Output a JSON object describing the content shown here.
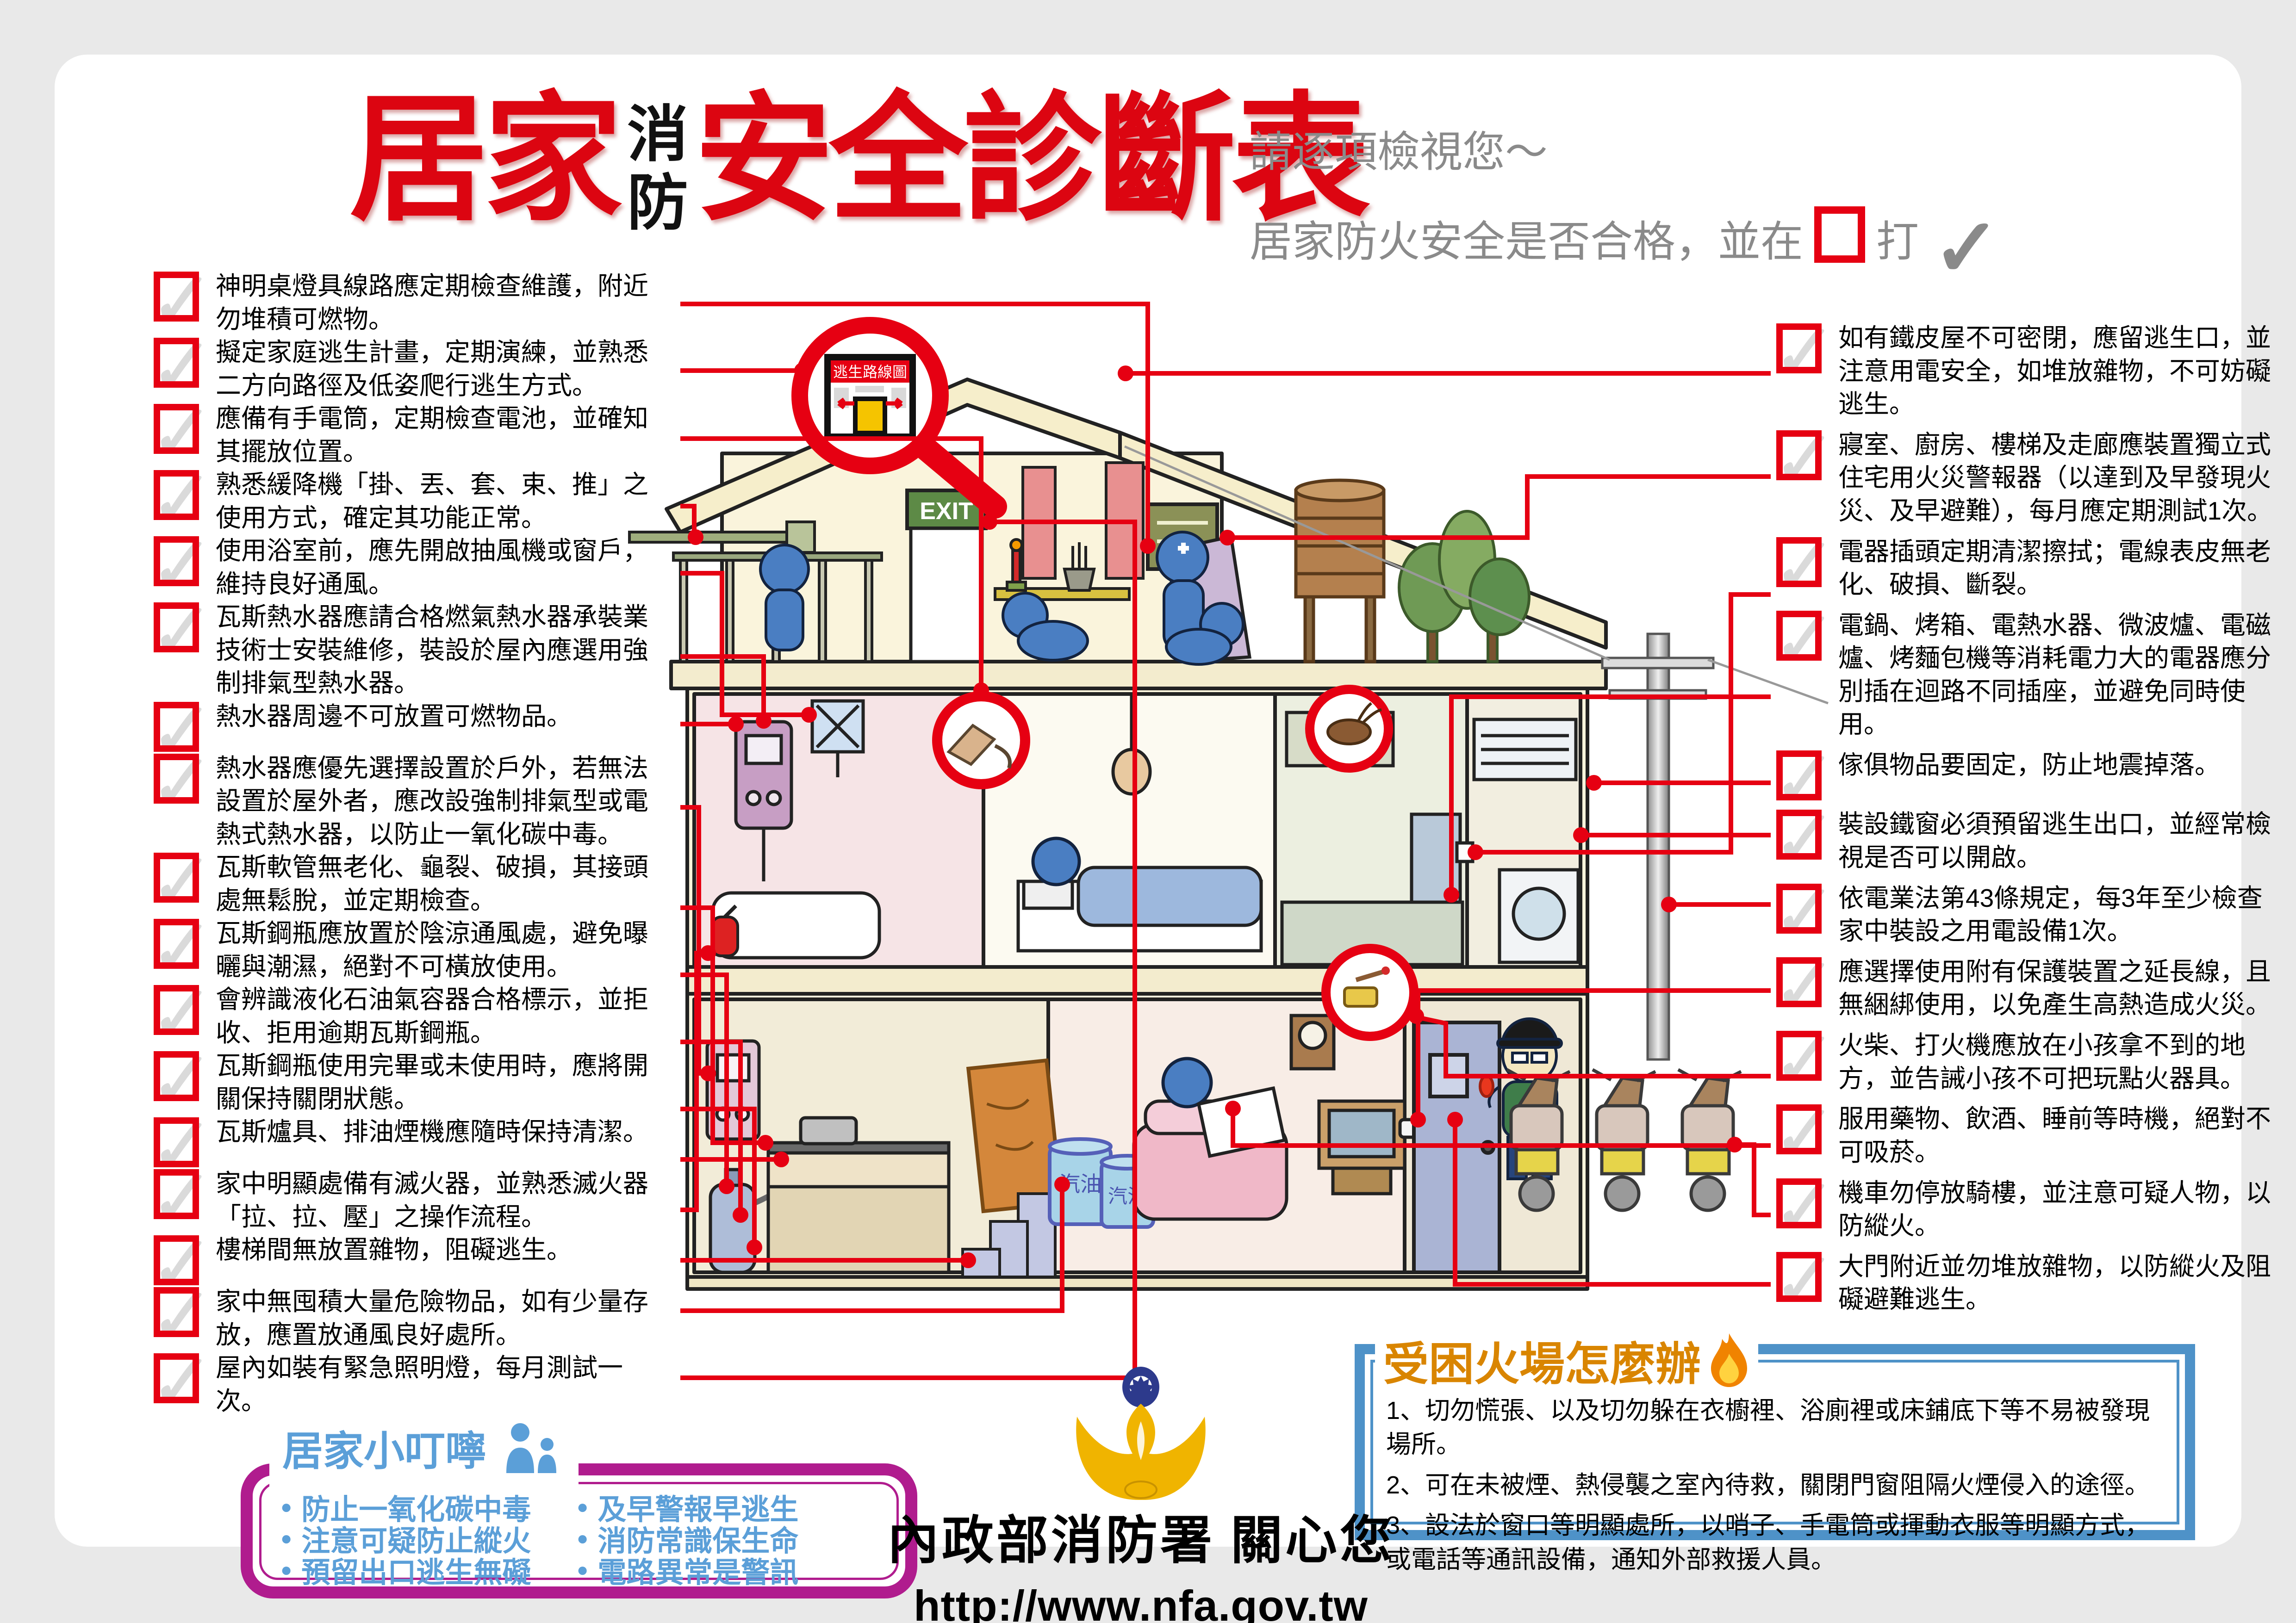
{
  "header": {
    "title": {
      "part1": "居家",
      "small_top": "消",
      "small_bottom": "防",
      "part2": "安全診斷表"
    },
    "subtitle": {
      "line1": "請逐項檢視您～",
      "line2_before": "居家防火安全是否合格，並在",
      "line2_after": "打",
      "checkmark": "✓"
    }
  },
  "icons": {
    "check_watermark": "✓"
  },
  "checklist_left": [
    "神明桌燈具線路應定期檢查維護，附近勿堆積可燃物。",
    "擬定家庭逃生計畫，定期演練，並熟悉二方向路徑及低姿爬行逃生方式。",
    "應備有手電筒，定期檢查電池，並確知其擺放位置。",
    "熟悉緩降機「掛、丟、套、束、推」之使用方式，確定其功能正常。",
    "使用浴室前，應先開啟抽風機或窗戶，維持良好通風。",
    "瓦斯熱水器應請合格燃氣熱水器承裝業技術士安裝維修，裝設於屋內應選用強制排氣型熱水器。",
    "熱水器周邊不可放置可燃物品。",
    "熱水器應優先選擇設置於戶外，若無法設置於屋外者，應改設強制排氣型或電熱式熱水器，以防止一氧化碳中毒。",
    "瓦斯軟管無老化、龜裂、破損，其接頭處無鬆脫，並定期檢查。",
    "瓦斯鋼瓶應放置於陰涼通風處，避免曝曬與潮濕，絕對不可橫放使用。",
    "會辨識液化石油氣容器合格標示，並拒收、拒用逾期瓦斯鋼瓶。",
    "瓦斯鋼瓶使用完畢或未使用時，應將開關保持關閉狀態。",
    "瓦斯爐具、排油煙機應隨時保持清潔。",
    "家中明顯處備有滅火器，並熟悉滅火器「拉、拉、壓」之操作流程。",
    "樓梯間無放置雜物，阻礙逃生。",
    "家中無囤積大量危險物品，如有少量存放，應置放通風良好處所。",
    "屋內如裝有緊急照明燈，每月測試一次。"
  ],
  "checklist_right": [
    "如有鐵皮屋不可密閉，應留逃生口，並注意用電安全，如堆放雜物，不可妨礙逃生。",
    "寢室、廚房、樓梯及走廊應裝置獨立式住宅用火災警報器（以達到及早發現火災、及早避難），每月應定期測試1次。",
    "電器插頭定期清潔擦拭；電線表皮無老化、破損、斷裂。",
    "電鍋、烤箱、電熱水器、微波爐、電磁爐、烤麵包機等消耗電力大的電器應分別插在迴路不同插座，並避免同時使用。",
    "傢俱物品要固定，防止地震掉落。",
    "裝設鐵窗必須預留逃生出口，並經常檢視是否可以開啟。",
    "依電業法第43條規定，每3年至少檢查家中裝設之用電設備1次。",
    "應選擇使用附有保護裝置之延長線，且無綑綁使用，以免產生高熱造成火災。",
    "火柴、打火機應放在小孩拿不到的地方，並告誡小孩不可把玩點火器具。",
    "服用藥物、飲酒、睡前等時機，絕對不可吸菸。",
    "機車勿停放騎樓，並注意可疑人物，以防縱火。",
    "大門附近並勿堆放雜物，以防縱火及阻礙避難逃生。"
  ],
  "house": {
    "exit_sign": "EXIT",
    "escape_map_label": "逃生路線圖",
    "gasoline_label": "汽油"
  },
  "reminder_box": {
    "title": "居家小叮嚀",
    "icon": "family-icon",
    "left_items": [
      "防止一氧化碳中毒",
      "注意可疑防止縱火",
      "預留出口逃生無礙"
    ],
    "right_items": [
      "及早警報早逃生",
      "消防常識保生命",
      "電路異常是警訊"
    ]
  },
  "fire_box": {
    "title": "受困火場怎麼辦",
    "icon": "flame-icon",
    "items": [
      "1、切勿慌張、以及切勿躲在衣櫥裡、浴廁裡或床鋪底下等不易被發現場所。",
      "2、可在未被煙、熱侵襲之室內待救，關閉門窗阻隔火煙侵入的途徑。",
      "3、設法於窗口等明顯處所，以哨子、手電筒或揮動衣服等明顯方式，或電話等通訊設備，通知外部救援人員。"
    ]
  },
  "footer": {
    "agency": "內政部消防署  關心您",
    "url": "http://www.nfa.gov.tw",
    "logo": "nfa-phoenix-logo"
  },
  "colors": {
    "checkbox_red": "#e60012",
    "title_red": "#dc0511",
    "subtitle_gray": "#8a8a8a",
    "reminder_purple": "#b01c8e",
    "reminder_blue": "#5b9fd8",
    "fire_box_blue": "#4e92c8",
    "fire_title_orange": "#d98500",
    "logo_gold": "#f0b400",
    "logo_navy": "#2d3a8c"
  }
}
